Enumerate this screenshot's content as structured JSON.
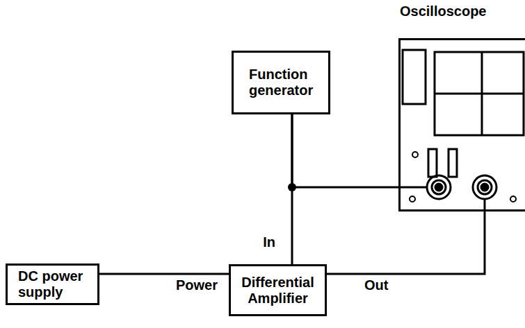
{
  "diagram": {
    "nodes": [
      {
        "text": [
          "Oscilloscope"
        ]
      },
      {
        "text": [
          "Function generator"
        ]
      },
      {
        "text": [
          "DC power supply"
        ]
      },
      {
        "text": [
          "Differential Amplifier"
        ]
      }
    ],
    "edges": [
      {
        "from": 1,
        "to": 3,
        "arrow": "none",
        "label": "In"
      },
      {
        "from": 1,
        "to": 0,
        "arrow": "none"
      },
      {
        "from": 2,
        "to": 3,
        "arrow": "none",
        "label": "Power"
      },
      {
        "from": 3,
        "to": 0,
        "arrow": "none",
        "label": "Out"
      }
    ]
  }
}
